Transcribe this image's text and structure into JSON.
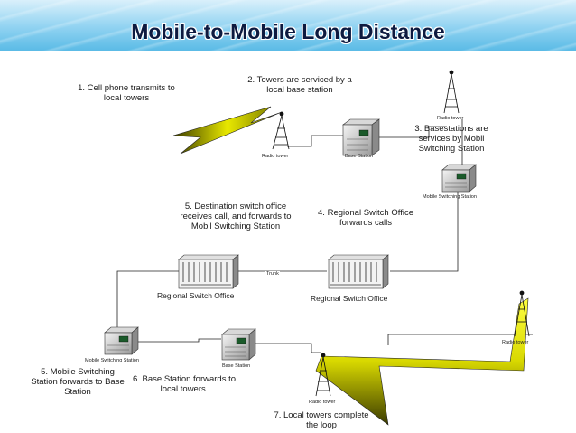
{
  "title": "Mobile-to-Mobile Long Distance",
  "steps": {
    "s1": "1. Cell phone transmits to local towers",
    "s2": "2. Towers are serviced by a local base station",
    "s3": "3. Basestations are services by Mobil Switching Station",
    "s4": "4. Regional Switch Office forwards calls",
    "s5": "5. Destination switch office receives call, and forwards to Mobil Switching Station",
    "s5b": "5. Mobile Switching Station forwards to Base Station",
    "s6": "6. Base Station forwards to local towers.",
    "s7": "7. Local towers complete the loop"
  },
  "devices": {
    "radio_tower": "Radio tower",
    "base_station": "Base Station",
    "mobile_switching_station": "Mobile Switching Station",
    "regional_switch_office": "Regional Switch Office",
    "trunk": "Trunk"
  },
  "colors": {
    "signal": "#e8e800",
    "signal_dark": "#3a3a00",
    "line": "#222222"
  }
}
